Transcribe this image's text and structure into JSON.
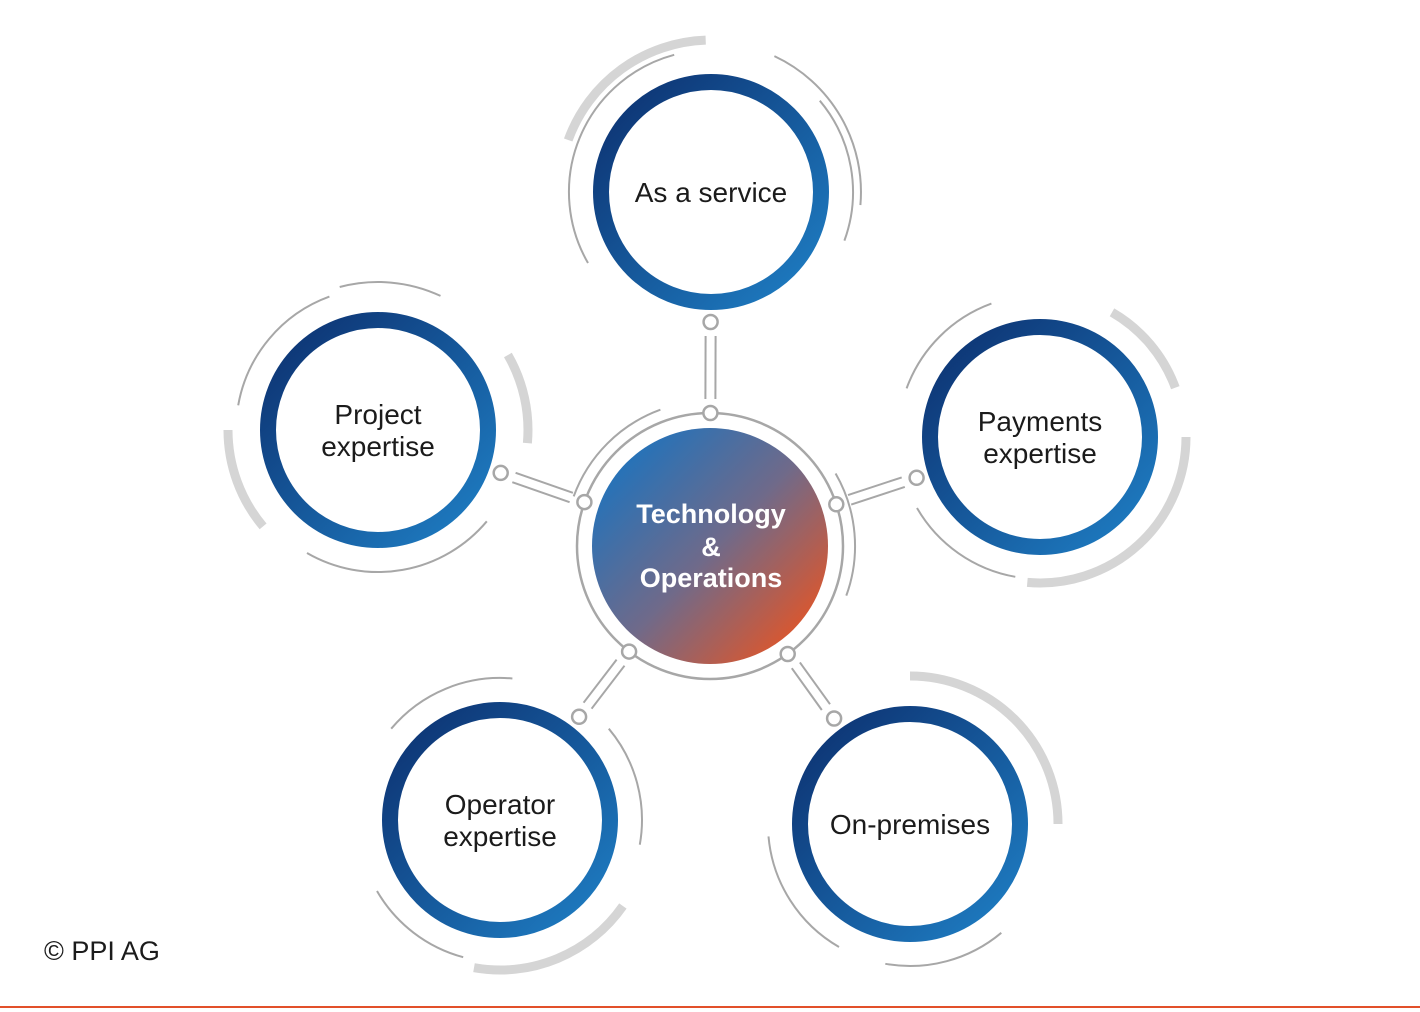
{
  "center": {
    "line1": "Technology",
    "line2": "&",
    "line3": "Operations"
  },
  "nodes": [
    {
      "id": "as-a-service",
      "lines": [
        "As a service"
      ]
    },
    {
      "id": "project-expertise",
      "lines": [
        "Project",
        "expertise"
      ]
    },
    {
      "id": "payments-expertise",
      "lines": [
        "Payments",
        "expertise"
      ]
    },
    {
      "id": "operator-expertise",
      "lines": [
        "Operator",
        "expertise"
      ]
    },
    {
      "id": "on-premises",
      "lines": [
        "On-premises"
      ]
    }
  ],
  "copyright": "© PPI AG",
  "colors": {
    "ring_dark": "#0c2f6e",
    "ring_light": "#1f78c1",
    "center_blue": "#1e73bd",
    "center_orange": "#ea5421",
    "line_gray": "#a7a7a7",
    "arc_light_gray": "#d5d5d5",
    "accent_rule": "#e2502a"
  }
}
